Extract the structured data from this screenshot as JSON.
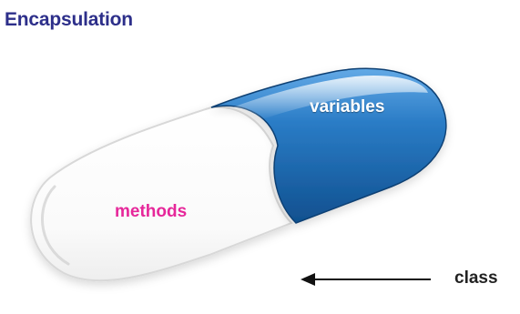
{
  "title": "Encapsulation",
  "capsule": {
    "colored_half_label": "variables",
    "white_half_label": "methods",
    "colored_half_color": "#1f6fb6",
    "white_half_color": "#ffffff",
    "outline_color": "#dcdcdc"
  },
  "pointer": {
    "label": "class",
    "direction": "left"
  },
  "colors": {
    "title": "#2d2f8a",
    "methods_text": "#e6279a",
    "variables_text": "#ffffff",
    "class_text": "#222222"
  }
}
